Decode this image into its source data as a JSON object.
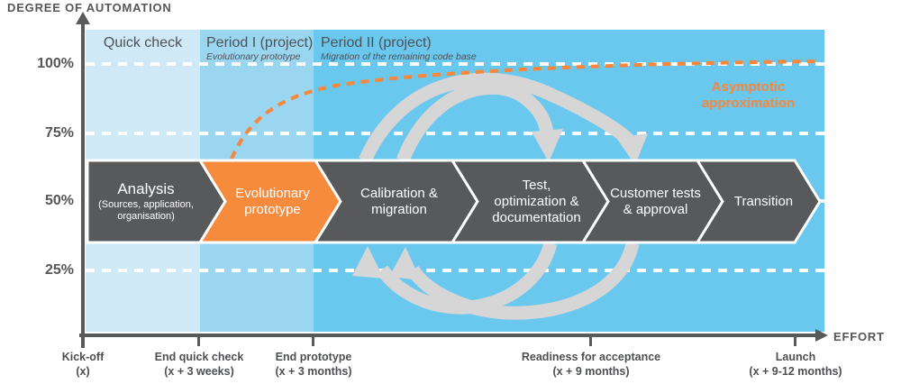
{
  "axes": {
    "y_title": "DEGREE OF AUTOMATION",
    "x_title": "EFFORT",
    "y_ticks": [
      "100%",
      "75%",
      "50%",
      "25%"
    ]
  },
  "bands": [
    {
      "label": "Quick check",
      "sublabel": ""
    },
    {
      "label": "Period I (project)",
      "sublabel": "Evolutionary prototype"
    },
    {
      "label": "Period II (project)",
      "sublabel": "Migration of the remaining code base"
    }
  ],
  "stages": [
    {
      "label": "Analysis",
      "sublabel_line1": "(Sources, application,",
      "sublabel_line2": "organisation)",
      "highlighted": false
    },
    {
      "label": "Evolutionary prototype",
      "line1": "Evolutionary",
      "line2": "prototype",
      "highlighted": true
    },
    {
      "label": "Calibration & migration",
      "line1": "Calibration &",
      "line2": "migration",
      "highlighted": false
    },
    {
      "label": "Test, optimization & documentation",
      "line1": "Test,",
      "line2": "optimization &",
      "line3": "documentation",
      "highlighted": false
    },
    {
      "label": "Customer tests & approval",
      "line1": "Customer tests",
      "line2": "& approval",
      "highlighted": false
    },
    {
      "label": "Transition",
      "line1": "Transition",
      "highlighted": false
    }
  ],
  "milestones": [
    {
      "label": "Kick-off",
      "sublabel": "(x)"
    },
    {
      "label": "End quick check",
      "sublabel": "(x + 3 weeks)"
    },
    {
      "label": "End prototype",
      "sublabel": "(x + 3 months)"
    },
    {
      "label": "Readiness for acceptance",
      "sublabel": "(x + 9 months)"
    },
    {
      "label": "Launch",
      "sublabel": "(x + 9-12 months)"
    }
  ],
  "annotation": {
    "line1": "Asymptotic",
    "line2": "approximation"
  },
  "colors": {
    "band_quick_check": "#cfe9f7",
    "band_period_1": "#9bd6f1",
    "band_period_2": "#6ac7ed",
    "stage_dark": "#58595b",
    "stage_highlight": "#f68b3d",
    "curve_orange": "#f6873c",
    "iteration_arrow_gray": "#d6d6d6",
    "axis_gray": "#58595b",
    "gridline_white": "#ffffff"
  }
}
